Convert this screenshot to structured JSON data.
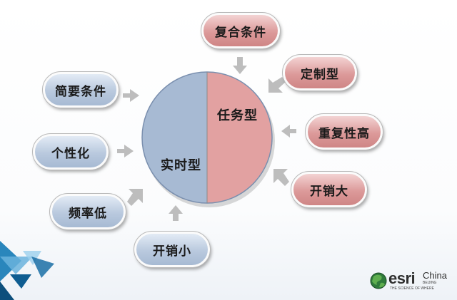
{
  "center": {
    "left_label": "实时型",
    "right_label": "任务型"
  },
  "right_items": [
    "复合条件",
    "定制型",
    "重复性高",
    "开销大"
  ],
  "left_items": [
    "简要条件",
    "个性化",
    "频率低",
    "开销小"
  ],
  "logo": {
    "name": "esri",
    "region": "China",
    "city": "BEIJING",
    "tagline": "THE SCIENCE OF WHERE"
  },
  "colors": {
    "realtime_fill": "#a7bad3",
    "task_fill": "#e2a1a1",
    "arrow": "#bdbdbd",
    "corner_accent": "#1f7fb8"
  }
}
